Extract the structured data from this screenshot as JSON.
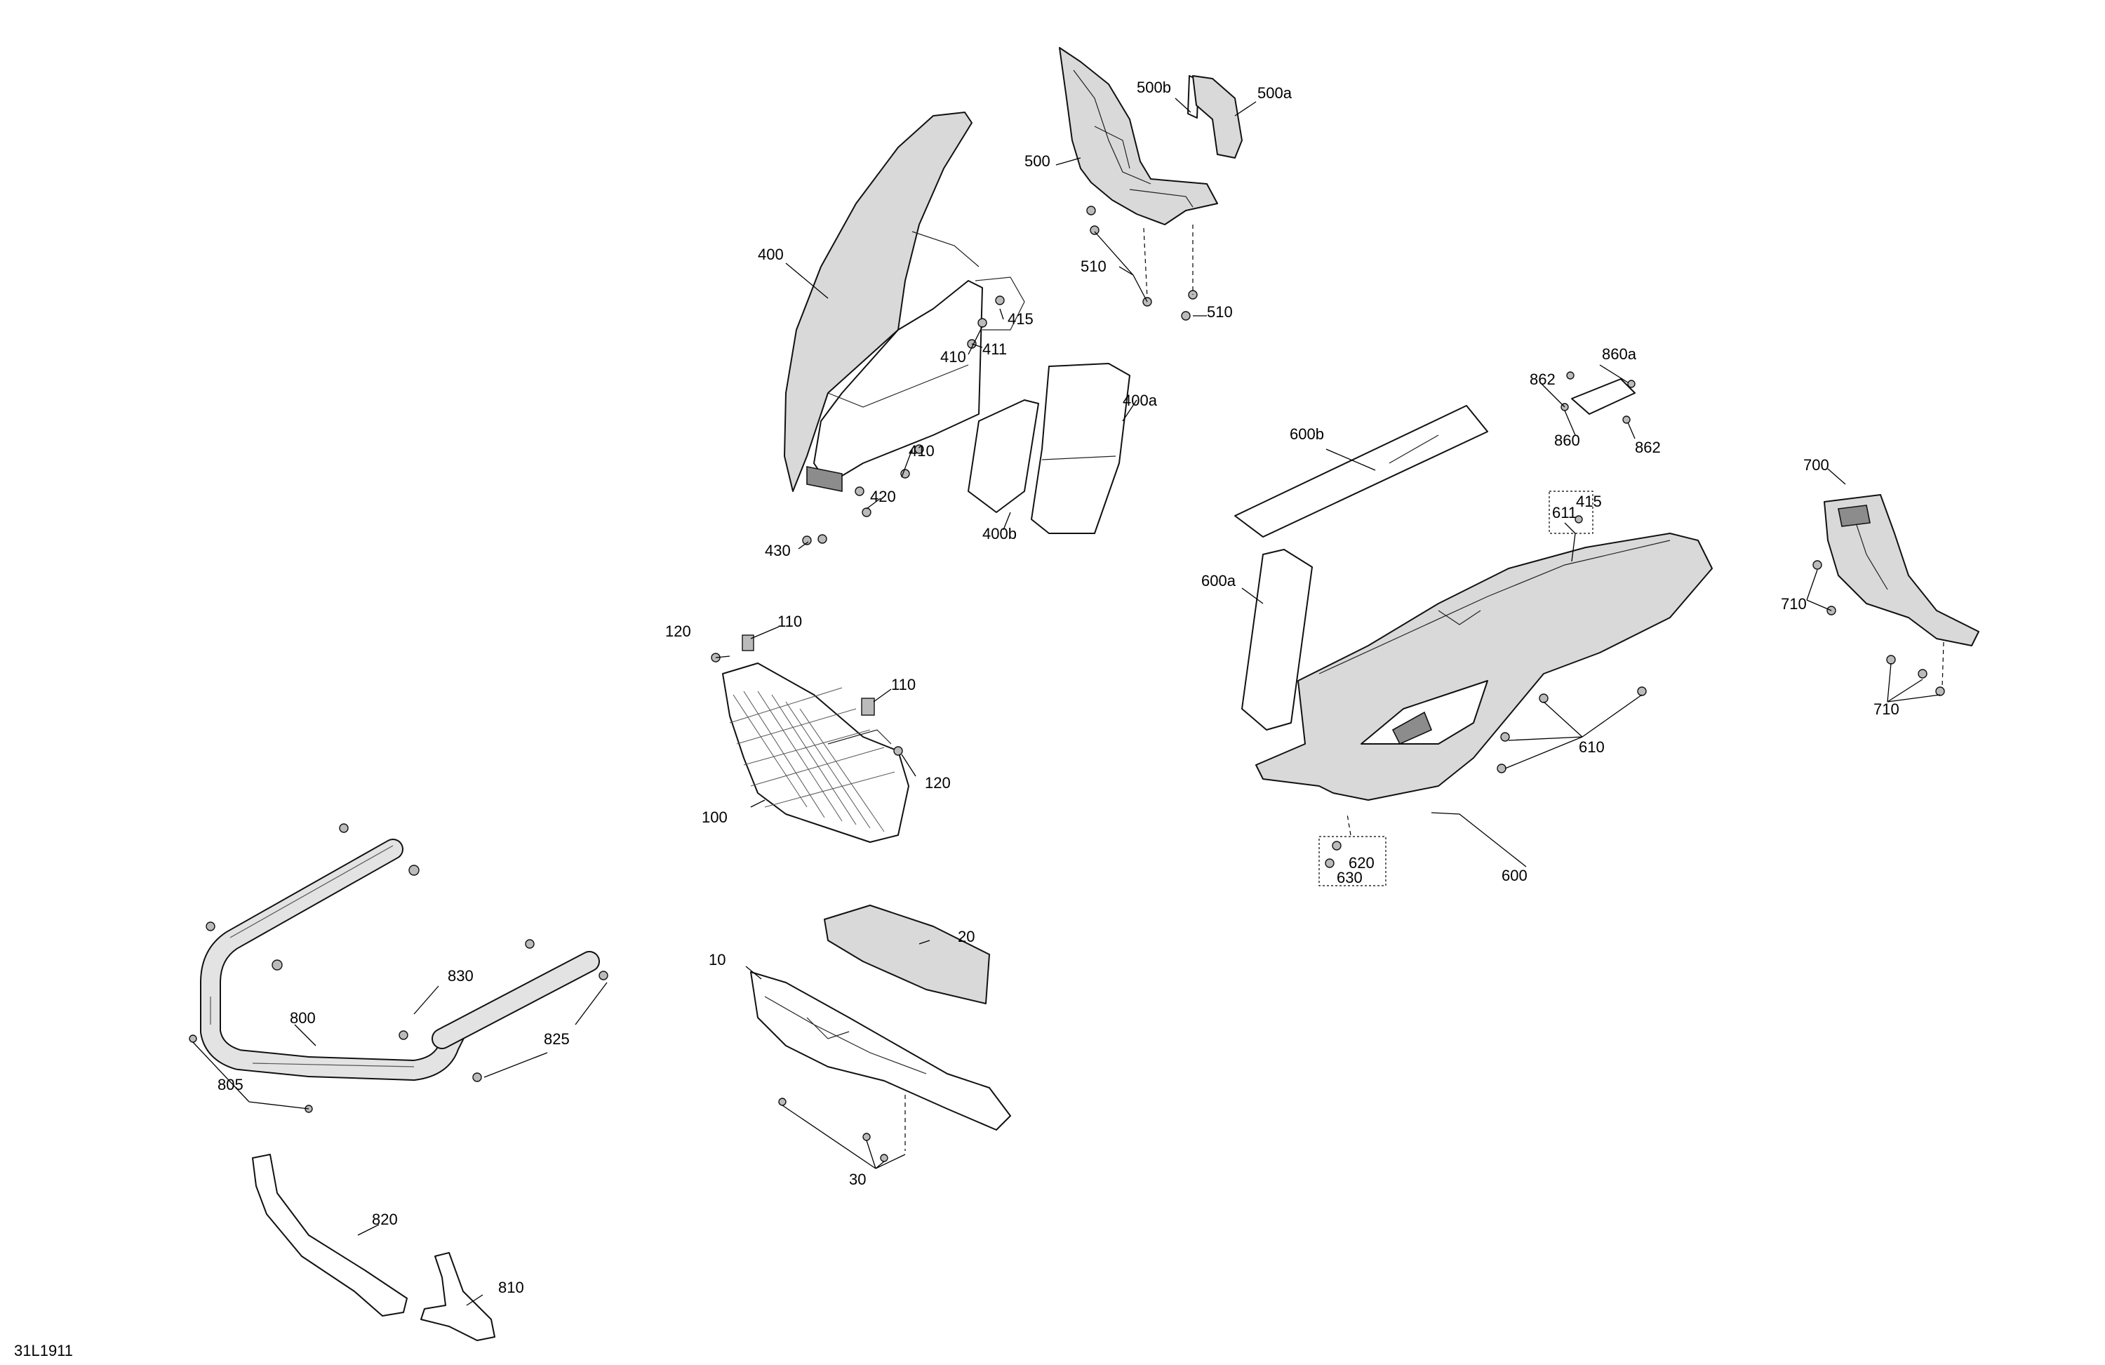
{
  "diagram": {
    "drawing_id": "31L1911",
    "callouts": [
      {
        "key": "c500b",
        "text": "500b"
      },
      {
        "key": "c500a",
        "text": "500a"
      },
      {
        "key": "c500",
        "text": "500"
      },
      {
        "key": "c510a",
        "text": "510"
      },
      {
        "key": "c510b",
        "text": "510"
      },
      {
        "key": "c400",
        "text": "400"
      },
      {
        "key": "c415a",
        "text": "415"
      },
      {
        "key": "c410a",
        "text": "410"
      },
      {
        "key": "c411",
        "text": "411"
      },
      {
        "key": "c400a",
        "text": "400a"
      },
      {
        "key": "c410b",
        "text": "410"
      },
      {
        "key": "c420",
        "text": "420"
      },
      {
        "key": "c430",
        "text": "430"
      },
      {
        "key": "c400b",
        "text": "400b"
      },
      {
        "key": "c600b",
        "text": "600b"
      },
      {
        "key": "c860a",
        "text": "860a"
      },
      {
        "key": "c862a",
        "text": "862"
      },
      {
        "key": "c860",
        "text": "860"
      },
      {
        "key": "c862b",
        "text": "862"
      },
      {
        "key": "c700",
        "text": "700"
      },
      {
        "key": "c611",
        "text": "611"
      },
      {
        "key": "c415b",
        "text": "415"
      },
      {
        "key": "c600a",
        "text": "600a"
      },
      {
        "key": "c710a",
        "text": "710"
      },
      {
        "key": "c710b",
        "text": "710"
      },
      {
        "key": "c610",
        "text": "610"
      },
      {
        "key": "c620",
        "text": "620"
      },
      {
        "key": "c630",
        "text": "630"
      },
      {
        "key": "c600",
        "text": "600"
      },
      {
        "key": "c120a",
        "text": "120"
      },
      {
        "key": "c110a",
        "text": "110"
      },
      {
        "key": "c110b",
        "text": "110"
      },
      {
        "key": "c120b",
        "text": "120"
      },
      {
        "key": "c100",
        "text": "100"
      },
      {
        "key": "c20",
        "text": "20"
      },
      {
        "key": "c10",
        "text": "10"
      },
      {
        "key": "c30",
        "text": "30"
      },
      {
        "key": "c830",
        "text": "830"
      },
      {
        "key": "c800",
        "text": "800"
      },
      {
        "key": "c825",
        "text": "825"
      },
      {
        "key": "c805",
        "text": "805"
      },
      {
        "key": "c820",
        "text": "820"
      },
      {
        "key": "c810",
        "text": "810"
      }
    ]
  }
}
